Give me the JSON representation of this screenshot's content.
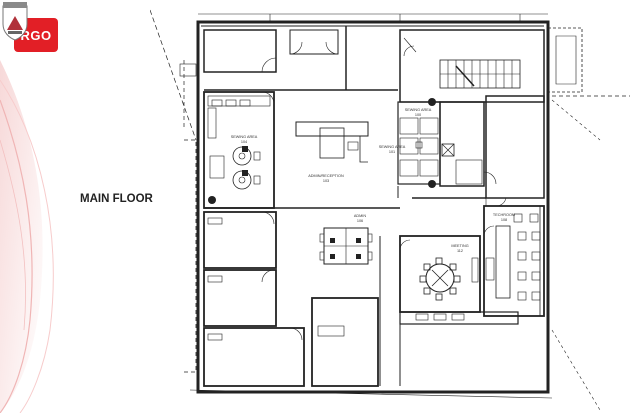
{
  "brand": {
    "logo_text": "RGO",
    "accent": "#e21f26"
  },
  "page": {
    "title": "MAIN FLOOR"
  },
  "rooms": {
    "sewing_area_104": {
      "name": "SEWING AREA",
      "number": "104"
    },
    "admin_reception": {
      "name": "ADMIN/RECEPTION",
      "number": "103"
    },
    "sewing_area_100": {
      "name": "SEWING AREA",
      "number": "100"
    },
    "sewing_area_101": {
      "name": "SEWING AREA",
      "number": "101"
    },
    "admin_106": {
      "name": "ADMIN",
      "number": "106"
    },
    "techroom": {
      "name": "TECHROOM",
      "number": "108"
    },
    "meeting": {
      "name": "MEETING",
      "number": "112"
    }
  }
}
